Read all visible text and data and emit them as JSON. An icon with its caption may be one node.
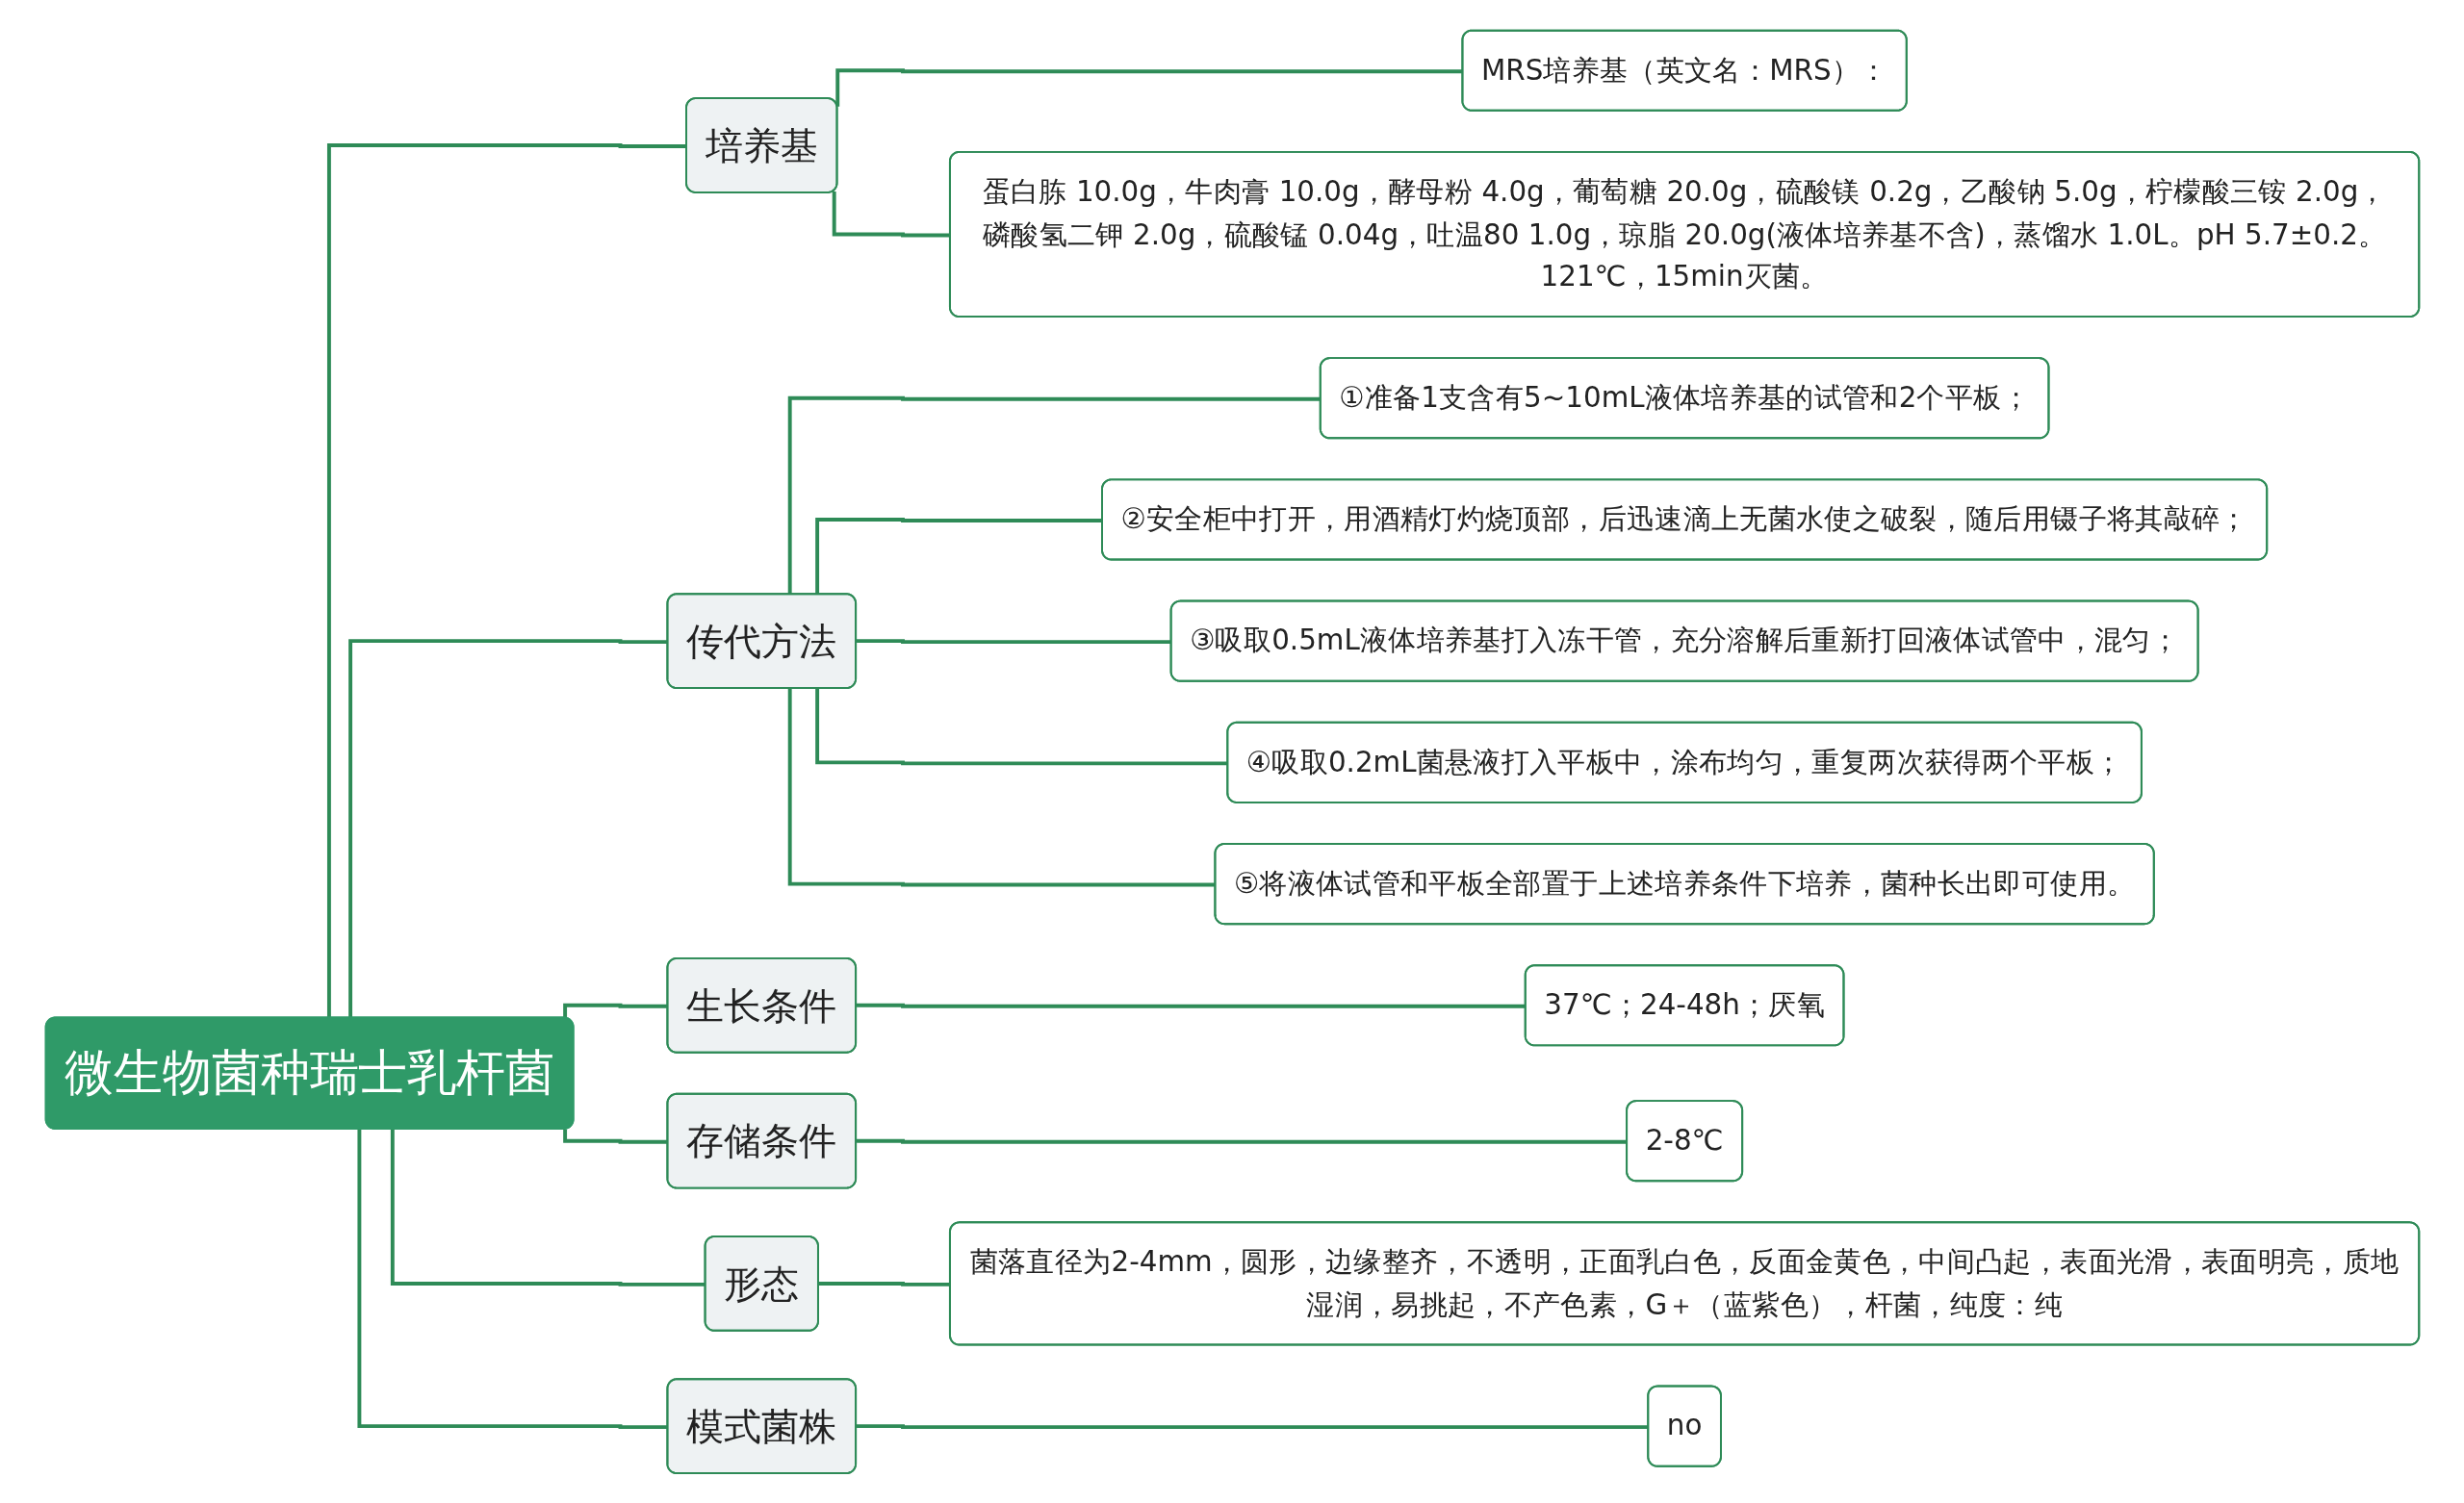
{
  "diagram": {
    "nodes": [
      {
        "text": [
          "微生物菌种瑞士乳杆菌"
        ]
      },
      {
        "text": [
          "培养基"
        ]
      },
      {
        "text": [
          "MRS培养基（英文名：MRS）："
        ]
      },
      {
        "text": [
          "蛋白胨 10.0g，牛肉膏 10.0g，酵母粉 4.0g，葡萄糖 20.0g，硫酸镁 0.2g，乙酸钠 5.0g，柠檬酸三铵 2.0g，磷酸氢二钾 2.0g，硫酸锰 0.04g，吐温80 1.0g，琼脂 20.0g(液体培养基不含)，蒸馏水 1.0L。pH 5.7±0.2。121℃，15min灭菌。"
        ]
      },
      {
        "text": [
          "传代方法"
        ]
      },
      {
        "text": [
          "①准备1支含有5~10mL液体培养基的试管和2个平板；"
        ]
      },
      {
        "text": [
          "②安全柜中打开，用酒精灯灼烧顶部，后迅速滴上无菌水使之破裂，随后用镊子将其敲碎；"
        ]
      },
      {
        "text": [
          "③吸取0.5mL液体培养基打入冻干管，充分溶解后重新打回液体试管中，混匀；"
        ]
      },
      {
        "text": [
          "④吸取0.2mL菌悬液打入平板中，涂布均匀，重复两次获得两个平板；"
        ]
      },
      {
        "text": [
          "⑤将液体试管和平板全部置于上述培养条件下培养，菌种长出即可使用。"
        ]
      },
      {
        "text": [
          "生长条件"
        ]
      },
      {
        "text": [
          "37℃；24-48h；厌氧"
        ]
      },
      {
        "text": [
          "存储条件"
        ]
      },
      {
        "text": [
          "2-8℃"
        ]
      },
      {
        "text": [
          "形态"
        ]
      },
      {
        "text": [
          "菌落直径为2-4mm，圆形，边缘整齐，不透明，正面乳白色，反面金黄色，中间凸起，表面光滑，表面明亮，质地湿润，易挑起，不产色素，G＋（蓝紫色），杆菌，纯度：纯"
        ]
      },
      {
        "text": [
          "模式菌株"
        ]
      },
      {
        "text": [
          "no"
        ]
      }
    ],
    "edges": [
      {
        "from": 0,
        "to": 1,
        "arrow": "none"
      },
      {
        "from": 1,
        "to": 2,
        "arrow": "none"
      },
      {
        "from": 1,
        "to": 3,
        "arrow": "none"
      },
      {
        "from": 0,
        "to": 4,
        "arrow": "none"
      },
      {
        "from": 4,
        "to": 5,
        "arrow": "none"
      },
      {
        "from": 4,
        "to": 6,
        "arrow": "none"
      },
      {
        "from": 4,
        "to": 7,
        "arrow": "none"
      },
      {
        "from": 4,
        "to": 8,
        "arrow": "none"
      },
      {
        "from": 4,
        "to": 9,
        "arrow": "none"
      },
      {
        "from": 0,
        "to": 10,
        "arrow": "none"
      },
      {
        "from": 10,
        "to": 11,
        "arrow": "none"
      },
      {
        "from": 0,
        "to": 12,
        "arrow": "none"
      },
      {
        "from": 12,
        "to": 13,
        "arrow": "none"
      },
      {
        "from": 0,
        "to": 14,
        "arrow": "none"
      },
      {
        "from": 14,
        "to": 15,
        "arrow": "none"
      },
      {
        "from": 0,
        "to": 16,
        "arrow": "none"
      },
      {
        "from": 16,
        "to": 17,
        "arrow": "none"
      }
    ]
  }
}
